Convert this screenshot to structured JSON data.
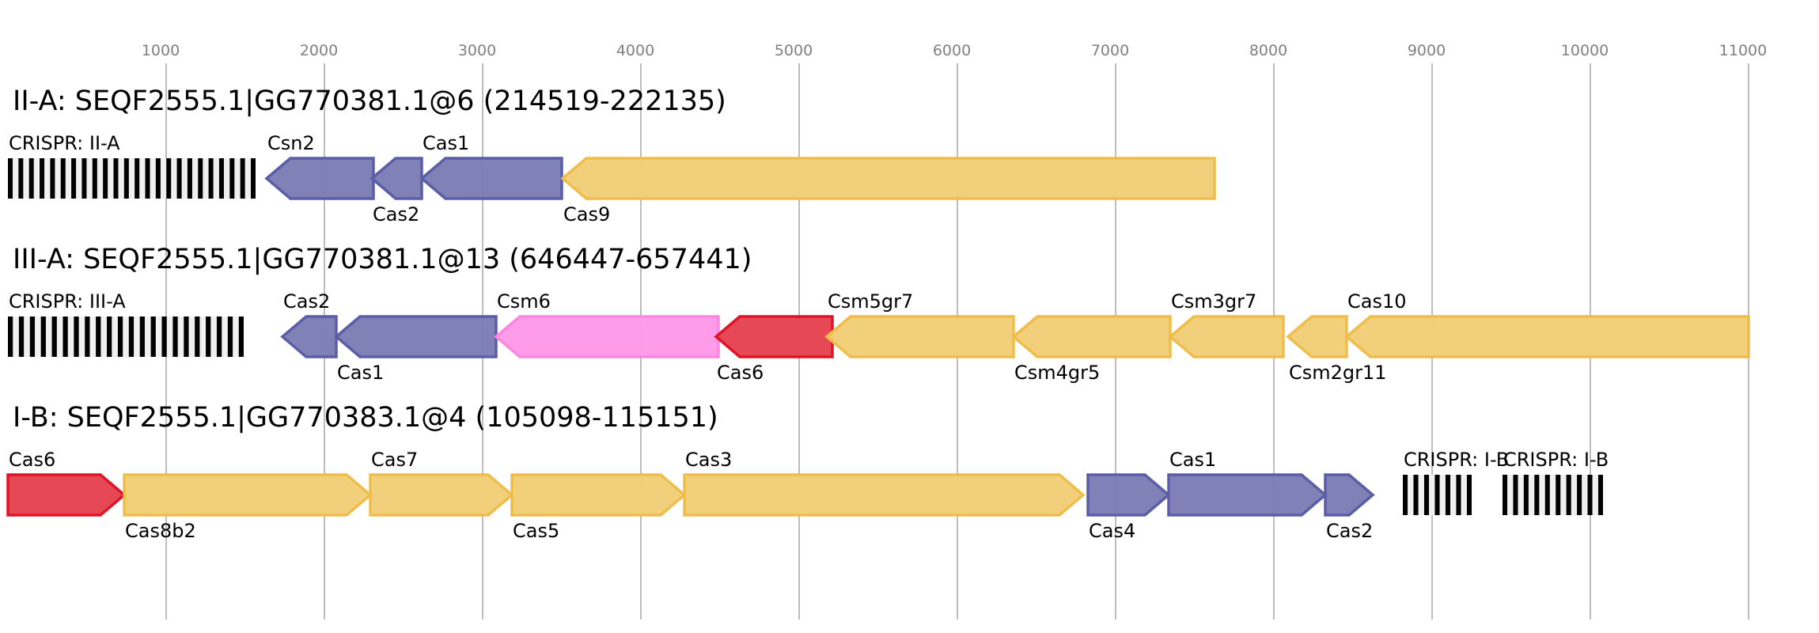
{
  "axis": {
    "ticks": [
      1000,
      2000,
      3000,
      4000,
      5000,
      6000,
      7000,
      8000,
      9000,
      10000,
      11000
    ],
    "min_bp": 0,
    "max_bp": 11000
  },
  "colors": {
    "adaptation": {
      "fill": "#7b7db5",
      "stroke": "#5a5ea6"
    },
    "effector": {
      "fill": "#f2cd76",
      "stroke": "#efbe4a"
    },
    "accessory": {
      "fill": "#ff99e9",
      "stroke": "#ff85e2"
    },
    "processing": {
      "fill": "#e5434f",
      "stroke": "#e01427"
    },
    "crispr_dark": "#000000",
    "crispr_light": "#f0f0f0"
  },
  "rows": [
    {
      "title": "II-A: SEQF2555.1|GG770381.1@6 (214519-222135)",
      "features": [
        {
          "type": "crispr",
          "label": "CRISPR: II-A",
          "start": 0,
          "end": 1565,
          "repeats": 24,
          "label_pos": "above"
        },
        {
          "type": "gene",
          "label": "Csn2",
          "start": 1635,
          "end": 2310,
          "strand": "-",
          "category": "adaptation",
          "label_pos": "above"
        },
        {
          "type": "gene",
          "label": "Cas2",
          "start": 2300,
          "end": 2615,
          "strand": "-",
          "category": "adaptation",
          "label_pos": "below"
        },
        {
          "type": "gene",
          "label": "Cas1",
          "start": 2615,
          "end": 3500,
          "strand": "-",
          "category": "adaptation",
          "label_pos": "above"
        },
        {
          "type": "gene",
          "label": "Cas9",
          "start": 3505,
          "end": 7625,
          "strand": "-",
          "category": "effector",
          "label_pos": "below"
        }
      ]
    },
    {
      "title": "III-A: SEQF2555.1|GG770381.1@13 (646447-657441)",
      "features": [
        {
          "type": "crispr",
          "label": "CRISPR: III-A",
          "start": 0,
          "end": 1490,
          "repeats": 22,
          "label_pos": "above"
        },
        {
          "type": "gene",
          "label": "Cas2",
          "start": 1735,
          "end": 2075,
          "strand": "-",
          "category": "adaptation",
          "label_pos": "above"
        },
        {
          "type": "gene",
          "label": "Cas1",
          "start": 2075,
          "end": 3085,
          "strand": "-",
          "category": "adaptation",
          "label_pos": "below"
        },
        {
          "type": "gene",
          "label": "Csm6",
          "start": 3085,
          "end": 4490,
          "strand": "-",
          "category": "accessory",
          "label_pos": "above"
        },
        {
          "type": "gene",
          "label": "Cas6",
          "start": 4475,
          "end": 5210,
          "strand": "-",
          "category": "processing",
          "label_pos": "below"
        },
        {
          "type": "gene",
          "label": "Csm5gr7",
          "start": 5175,
          "end": 6355,
          "strand": "-",
          "category": "effector",
          "label_pos": "above"
        },
        {
          "type": "gene",
          "label": "Csm4gr5",
          "start": 6355,
          "end": 7345,
          "strand": "-",
          "category": "effector",
          "label_pos": "below"
        },
        {
          "type": "gene",
          "label": "Csm3gr7",
          "start": 7345,
          "end": 8060,
          "strand": "-",
          "category": "effector",
          "label_pos": "above"
        },
        {
          "type": "gene",
          "label": "Csm2gr11",
          "start": 8090,
          "end": 8460,
          "strand": "-",
          "category": "effector",
          "label_pos": "below"
        },
        {
          "type": "gene",
          "label": "Cas10",
          "start": 8460,
          "end": 11000,
          "strand": "-",
          "category": "effector",
          "label_pos": "above"
        }
      ]
    },
    {
      "title": "I-B: SEQF2555.1|GG770383.1@4 (105098-115151)",
      "features": [
        {
          "type": "gene",
          "label": "Cas6",
          "start": 0,
          "end": 735,
          "strand": "+",
          "category": "processing",
          "label_pos": "above"
        },
        {
          "type": "gene",
          "label": "Cas8b2",
          "start": 735,
          "end": 2290,
          "strand": "+",
          "category": "effector",
          "label_pos": "below"
        },
        {
          "type": "gene",
          "label": "Cas7",
          "start": 2290,
          "end": 3185,
          "strand": "+",
          "category": "effector",
          "label_pos": "above"
        },
        {
          "type": "gene",
          "label": "Cas5",
          "start": 3185,
          "end": 4275,
          "strand": "+",
          "category": "effector",
          "label_pos": "below"
        },
        {
          "type": "gene",
          "label": "Cas3",
          "start": 4275,
          "end": 6795,
          "strand": "+",
          "category": "effector",
          "label_pos": "above"
        },
        {
          "type": "gene",
          "label": "Cas4",
          "start": 6825,
          "end": 7335,
          "strand": "+",
          "category": "adaptation",
          "label_pos": "below"
        },
        {
          "type": "gene",
          "label": "Cas1",
          "start": 7335,
          "end": 8325,
          "strand": "+",
          "category": "adaptation",
          "label_pos": "above"
        },
        {
          "type": "gene",
          "label": "Cas2",
          "start": 8325,
          "end": 8625,
          "strand": "+",
          "category": "adaptation",
          "label_pos": "below"
        },
        {
          "type": "crispr",
          "label": "CRISPR: I-B",
          "start": 8815,
          "end": 9250,
          "repeats": 7,
          "label_pos": "above"
        },
        {
          "type": "crispr",
          "label": "CRISPR: I-B",
          "start": 9445,
          "end": 10080,
          "repeats": 10,
          "label_pos": "above"
        }
      ]
    }
  ]
}
